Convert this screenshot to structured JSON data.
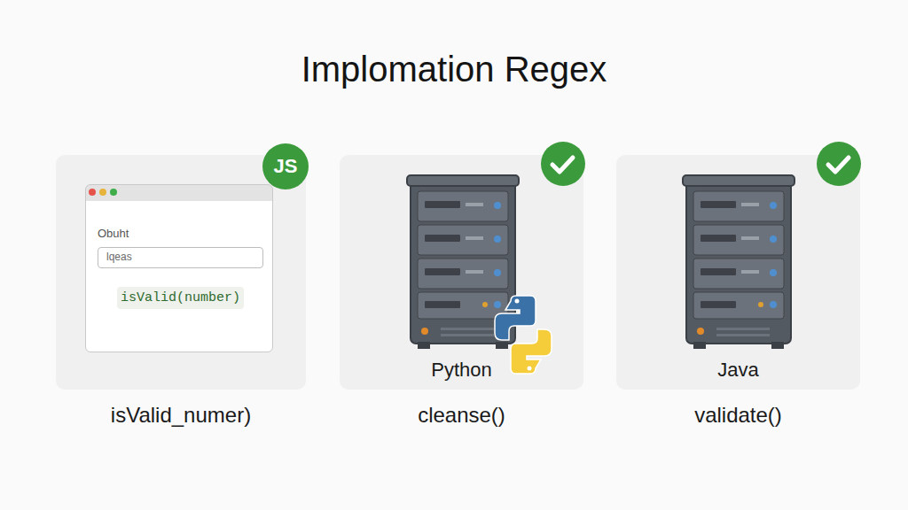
{
  "diagram": {
    "title": "Implomation Regex",
    "nodes": [
      {
        "text": [
          "isValid_numer)"
        ]
      },
      {
        "text": [
          "Obuht"
        ],
        "in": 0
      },
      {
        "text": [
          "lqeas"
        ],
        "in": 1
      },
      {
        "text": [
          "isValid(number)"
        ],
        "in": 1
      },
      {
        "text": [
          "JS"
        ],
        "in": 0
      },
      {
        "text": [
          "Python",
          "cleanse()"
        ]
      },
      {
        "text": [
          "Java",
          "validate()"
        ]
      }
    ]
  }
}
